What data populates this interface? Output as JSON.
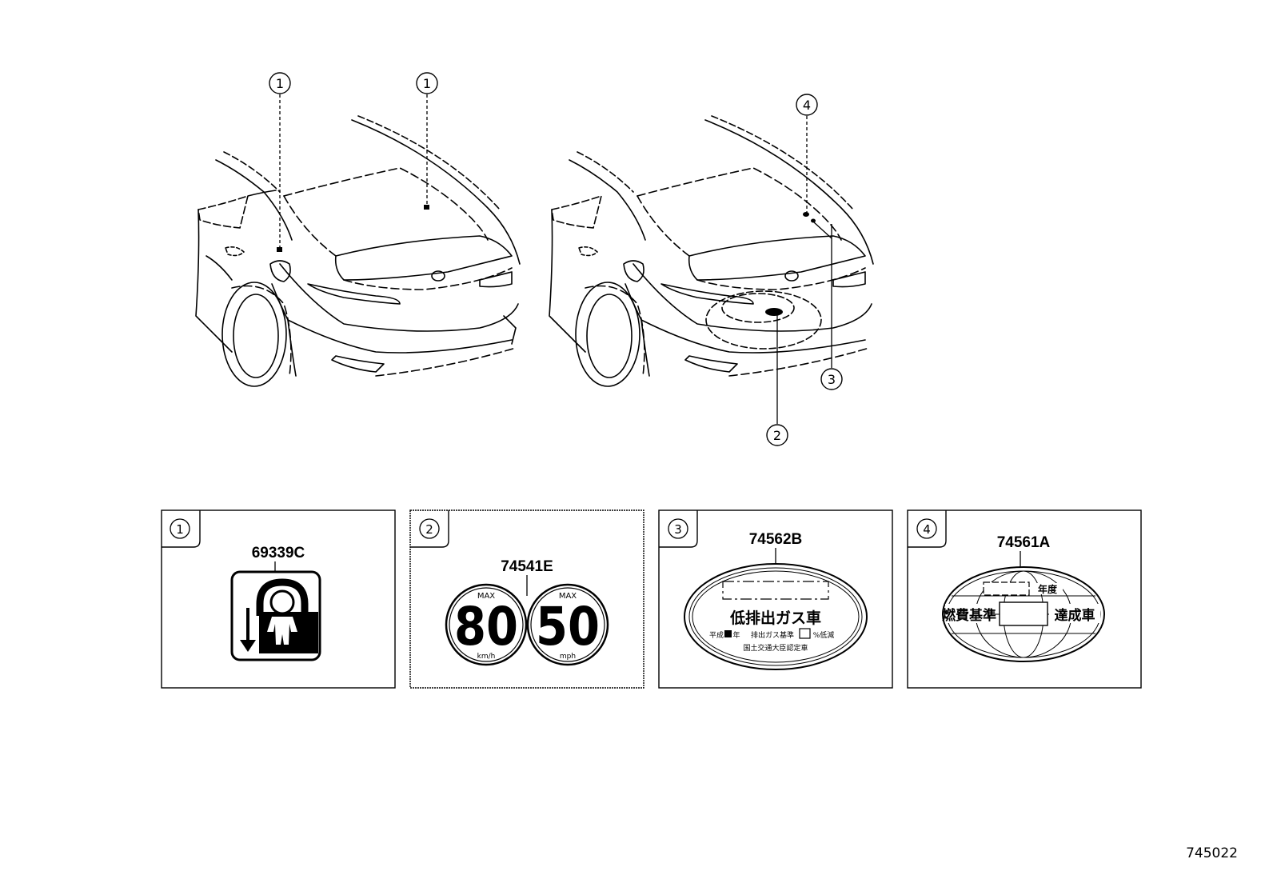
{
  "diagram_id": "745022",
  "callouts": [
    {
      "key": "callout-1a",
      "num": "1"
    },
    {
      "key": "callout-1b",
      "num": "1"
    },
    {
      "key": "callout-4",
      "num": "4"
    },
    {
      "key": "callout-3",
      "num": "3"
    },
    {
      "key": "callout-2",
      "num": "2"
    }
  ],
  "panels": [
    {
      "num": "1",
      "part": "69339C"
    },
    {
      "num": "2",
      "part": "74541E",
      "max_label": "MAX",
      "speed_kmh": "80",
      "unit_kmh": "km/h",
      "speed_mph": "50",
      "unit_mph": "mph"
    },
    {
      "num": "3",
      "part": "74562B",
      "title": "低排出ガス車",
      "line_left": "平成",
      "line_year": "年",
      "line_mid": "排出ガス基準",
      "line_right": "%低減",
      "footer": "国土交通大臣認定車"
    },
    {
      "num": "4",
      "part": "74561A",
      "year_label": "年度",
      "left_text": "燃費基準",
      "right_text": "達成車"
    }
  ]
}
